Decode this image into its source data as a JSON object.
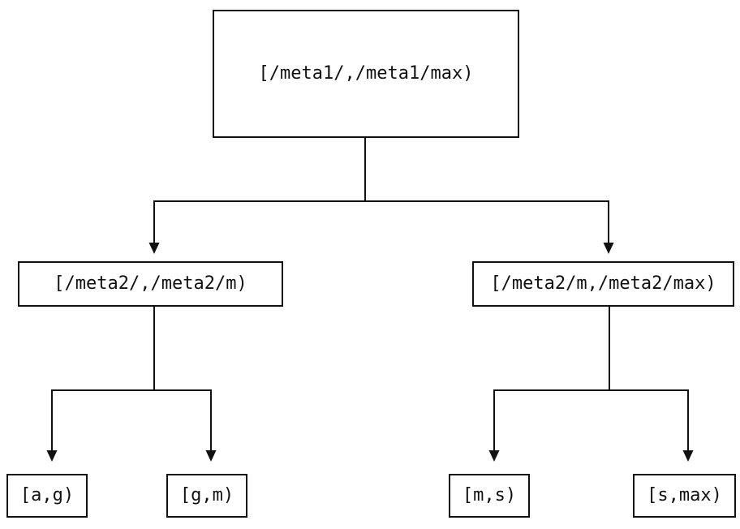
{
  "diagram": {
    "type": "tree",
    "background_color": "#ffffff",
    "line_color": "#111111",
    "node_border_color": "#111111",
    "nodes": {
      "root": {
        "label": "[/meta1/,/meta1/max)"
      },
      "mid_left": {
        "label": "[/meta2/,/meta2/m)"
      },
      "mid_right": {
        "label": "[/meta2/m,/meta2/max)"
      },
      "leaf_ag": {
        "label": "[a,g)"
      },
      "leaf_gm": {
        "label": "[g,m)"
      },
      "leaf_ms": {
        "label": "[m,s)"
      },
      "leaf_smax": {
        "label": "[s,max)"
      }
    },
    "edges": [
      {
        "from": "root",
        "to": "mid_left"
      },
      {
        "from": "root",
        "to": "mid_right"
      },
      {
        "from": "mid_left",
        "to": "leaf_ag"
      },
      {
        "from": "mid_left",
        "to": "leaf_gm"
      },
      {
        "from": "mid_right",
        "to": "leaf_ms"
      },
      {
        "from": "mid_right",
        "to": "leaf_smax"
      }
    ]
  }
}
